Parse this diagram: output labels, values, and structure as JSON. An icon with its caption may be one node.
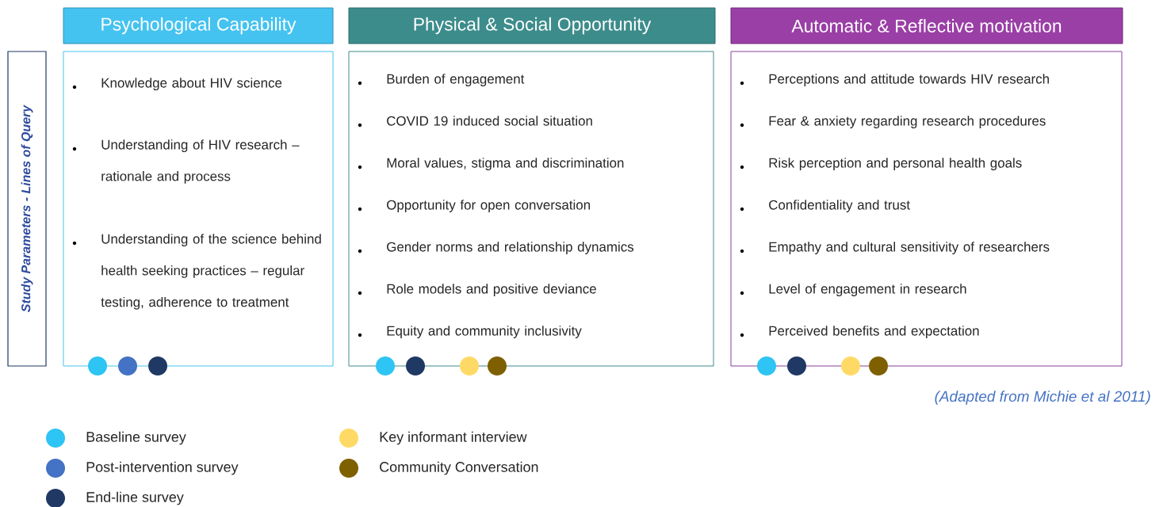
{
  "diagram": {
    "nodes": [
      {
        "text": [
          "Study Parameters - Lines of Query"
        ]
      },
      {
        "text": [
          "Psychological Capability"
        ]
      },
      {
        "text": [
          "Physical & Social Opportunity"
        ]
      },
      {
        "text": [
          "Automatic & Reflective motivation"
        ]
      },
      {
        "text": [
          "Knowledge about HIV science",
          "Understanding of HIV research – rationale and process",
          "Understanding of the science behind health seeking practices – regular testing, adherence to treatment"
        ]
      },
      {
        "text": [
          "Burden of engagement",
          "COVID 19 induced social situation",
          "Moral values, stigma and discrimination",
          "Opportunity for open conversation",
          "Gender norms and relationship dynamics",
          "Role models and positive deviance",
          "Equity and community inclusivity"
        ]
      },
      {
        "text": [
          "Perceptions and attitude towards HIV research",
          "Fear & anxiety regarding research procedures",
          "Risk perception and personal health goals",
          "Confidentiality and trust",
          "Empathy and cultural sensitivity of researchers",
          "Level of engagement in research",
          "Perceived benefits and expectation"
        ]
      }
    ],
    "labels": [
      "(Adapted from Michie et al 2011)"
    ],
    "legend": [
      {
        "text": "Baseline survey",
        "color": "#2ec4f3"
      },
      {
        "text": "Post-intervention survey",
        "color": "#4472c4"
      },
      {
        "text": "End-line survey",
        "color": "#203864"
      },
      {
        "text": "Key informant interview",
        "color": "#ffd966"
      },
      {
        "text": "Community Conversation",
        "color": "#7f6000"
      }
    ]
  }
}
